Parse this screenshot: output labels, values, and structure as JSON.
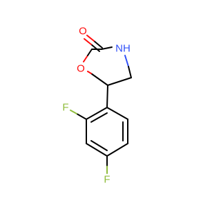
{
  "atoms": {
    "carbonyl_o": {
      "label": "O",
      "color": "#ff0d0d"
    },
    "ring_o": {
      "label": "O",
      "color": "#ff0d0d"
    },
    "ring_n": {
      "label": "NH",
      "color": "#3050f8"
    },
    "f_ortho": {
      "label": "F",
      "color": "#8fbc3b"
    },
    "f_para": {
      "label": "F",
      "color": "#8fbc3b"
    }
  },
  "bond_color": "#000000"
}
